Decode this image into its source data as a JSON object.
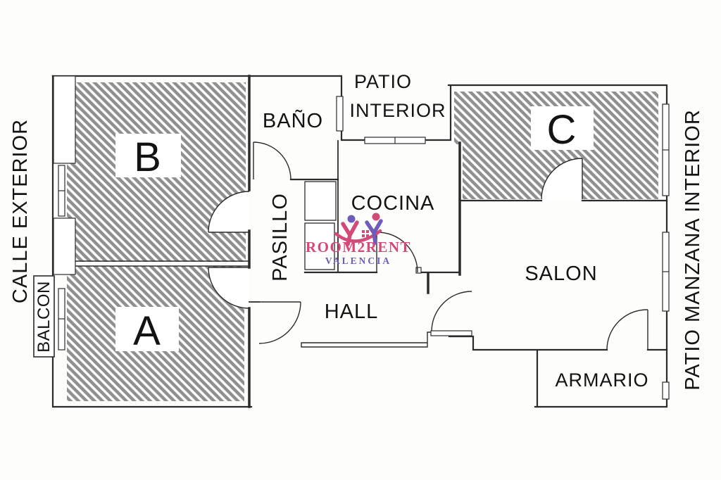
{
  "plan": {
    "wall_color": "#2b2b2b",
    "hatch_color": "#8f8f8f",
    "text_color": "#131313",
    "rooms": {
      "a": "A",
      "b": "B",
      "c": "C",
      "bano": "BAÑO",
      "pasillo": "PASILLO",
      "cocina": "COCINA",
      "hall": "HALL",
      "salon": "SALON",
      "armario": "ARMARIO"
    },
    "exterior": {
      "calle": "CALLE EXTERIOR",
      "balcon": "BALCON",
      "patio_interior_line1": "PATIO",
      "patio_interior_line2": "INTERIOR",
      "patio_manzana": "PATIO MANZANA INTERIOR"
    }
  },
  "logo": {
    "brand": "ROOM2RENT",
    "city": "VALENCIA",
    "pink": "#d34a78",
    "purple": "#6e5cb8"
  }
}
